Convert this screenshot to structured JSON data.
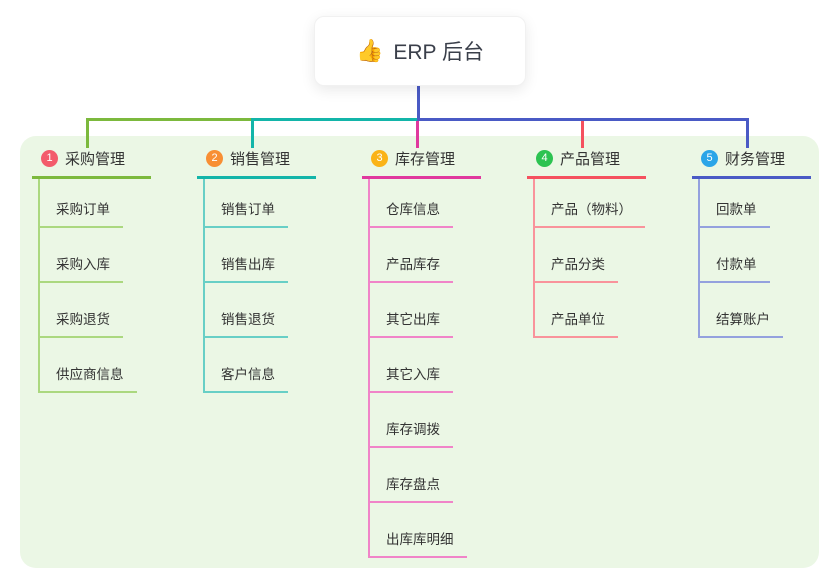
{
  "root": {
    "emoji": "👍",
    "icon": "thumbs-up-icon",
    "label": "ERP 后台"
  },
  "canvas": {
    "background": "#ffffff",
    "panel_background": "#ebf7e5",
    "root_stem_color": "#4a5ac5",
    "text_color": "#333333"
  },
  "branches": [
    {
      "index": "1",
      "label": "采购管理",
      "badge_color": "#f35b6b",
      "line_color": "#7cb93d",
      "child_line_color": "#abd87f",
      "children": [
        "采购订单",
        "采购入库",
        "采购退货",
        "供应商信息"
      ]
    },
    {
      "index": "2",
      "label": "销售管理",
      "badge_color": "#f88f34",
      "line_color": "#13b5a9",
      "child_line_color": "#68cfc6",
      "children": [
        "销售订单",
        "销售出库",
        "销售退货",
        "客户信息"
      ]
    },
    {
      "index": "3",
      "label": "库存管理",
      "badge_color": "#fab317",
      "line_color": "#e0399e",
      "child_line_color": "#f084c8",
      "children": [
        "仓库信息",
        "产品库存",
        "其它出库",
        "其它入库",
        "库存调拨",
        "库存盘点",
        "出库库明细"
      ]
    },
    {
      "index": "4",
      "label": "产品管理",
      "badge_color": "#2cc351",
      "line_color": "#f5515f",
      "child_line_color": "#f9939b",
      "children": [
        "产品（物料）",
        "产品分类",
        "产品单位"
      ]
    },
    {
      "index": "5",
      "label": "财务管理",
      "badge_color": "#2ba5e8",
      "line_color": "#4a5ac5",
      "child_line_color": "#94a1de",
      "children": [
        "回款单",
        "付款单",
        "结算账户"
      ]
    }
  ]
}
